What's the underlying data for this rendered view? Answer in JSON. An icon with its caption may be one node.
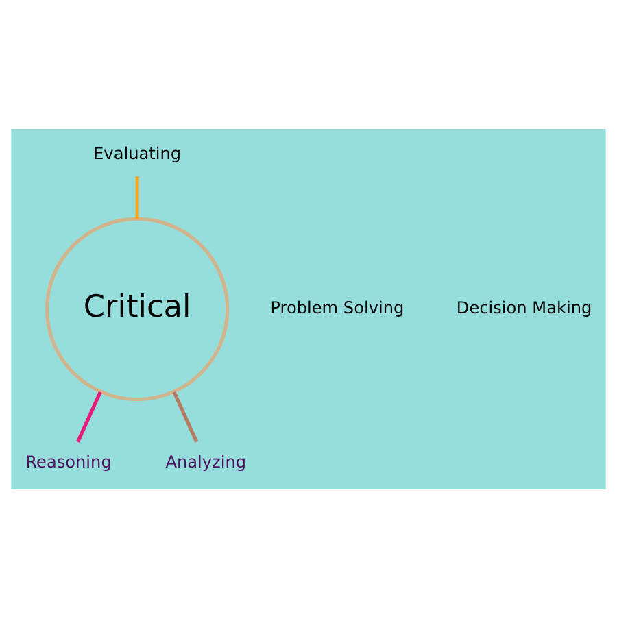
{
  "diagram": {
    "nodes": [
      {
        "text": [
          "Critical"
        ]
      },
      {
        "text": [
          "Evaluating"
        ]
      },
      {
        "text": [
          "Problem Solving"
        ]
      },
      {
        "text": [
          "Decision Making"
        ]
      },
      {
        "text": [
          "Reasoning"
        ]
      },
      {
        "text": [
          "Analyzing"
        ]
      }
    ],
    "edges": [
      {
        "from": 1,
        "to": 0,
        "arrow": "none",
        "color": "#f5a623"
      },
      {
        "from": 0,
        "to": 4,
        "arrow": "none",
        "color": "#e8177a"
      },
      {
        "from": 0,
        "to": 5,
        "arrow": "none",
        "color": "#b87a60"
      }
    ]
  }
}
